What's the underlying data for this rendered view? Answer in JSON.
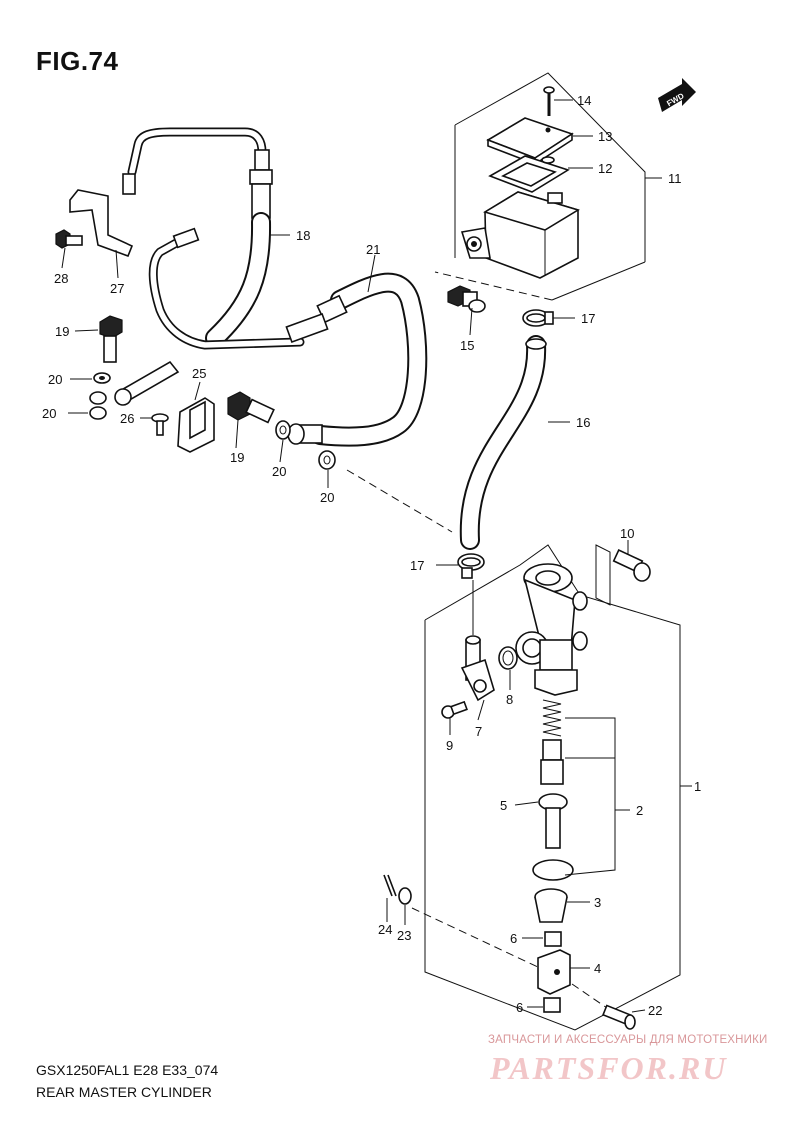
{
  "figure": {
    "title": "FIG.74",
    "model_code": "GSX1250FAL1 E28 E33_074",
    "name": "REAR MASTER CYLINDER",
    "fwd_label": "FWD"
  },
  "callouts": [
    "1",
    "2",
    "3",
    "4",
    "5",
    "6",
    "6",
    "7",
    "8",
    "9",
    "10",
    "11",
    "12",
    "13",
    "14",
    "15",
    "16",
    "17",
    "17",
    "18",
    "19",
    "19",
    "20",
    "20",
    "20",
    "20",
    "21",
    "22",
    "23",
    "24",
    "25",
    "26",
    "27",
    "28"
  ],
  "watermark": {
    "tagline": "ЗАПЧАСТИ И АКСЕССУАРЫ ДЛЯ МОТОТЕХНИКИ",
    "logo": "PARTSFOR.RU"
  }
}
